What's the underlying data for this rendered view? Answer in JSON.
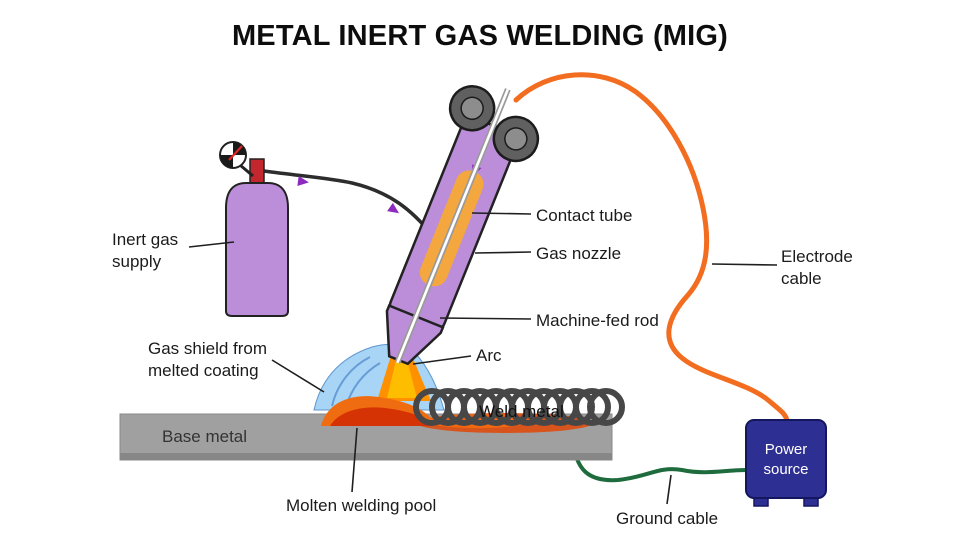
{
  "title": "METAL INERT GAS WELDING (MIG)",
  "labels": {
    "inert_gas": {
      "line1": "Inert gas",
      "line2": "supply"
    },
    "contact_tube": "Contact tube",
    "gas_nozzle": "Gas nozzle",
    "machine_fed_rod": "Machine-fed rod",
    "arc": "Arc",
    "gas_shield": {
      "line1": "Gas shield from",
      "line2": "melted coating"
    },
    "base_metal": "Base metal",
    "weld_metal": "Weld metal",
    "molten_pool": "Molten welding pool",
    "electrode_cable": {
      "line1": "Electrode",
      "line2": "cable"
    },
    "ground_cable": "Ground cable",
    "power_source": {
      "line1": "Power",
      "line2": "source"
    }
  },
  "colors": {
    "torch_purple": "#bc8ed9",
    "cylinder_purple": "#bc8ed9",
    "contact_tube_orange": "#f3a73e",
    "arc_flame": "#ff9100",
    "molten_pool": "#f06c10",
    "molten_pool_deep": "#d63305",
    "gas_shield_blue": "#a8d4f5",
    "electrode_cable_orange": "#f26d1f",
    "ground_cable_green": "#1e6b3e",
    "power_source_navy": "#2d2f92",
    "base_metal_gray": "#a0a0a0",
    "weld_coil_gray": "#474747",
    "valve_red": "#c1272d",
    "flow_arrow_purple": "#8e2bbf"
  }
}
